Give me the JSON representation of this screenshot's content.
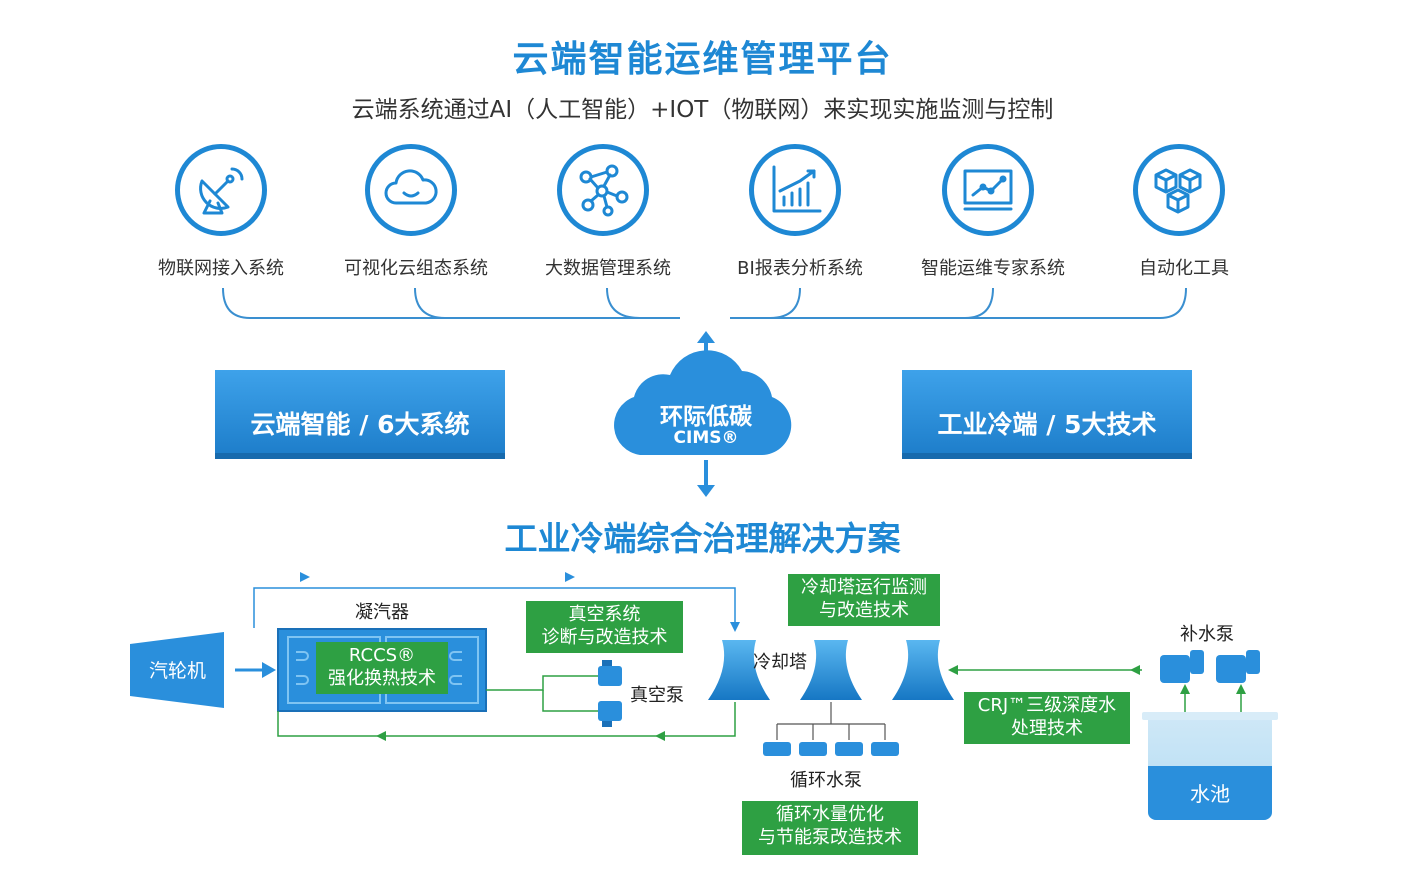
{
  "header": {
    "title": "云端智能运维管理平台",
    "subtitle": "云端系统通过AI（人工智能）+IOT（物联网）来实现实施监测与控制"
  },
  "systems": [
    {
      "label": "物联网接入系统",
      "icon": "satellite-dish-icon"
    },
    {
      "label": "可视化云组态系统",
      "icon": "cloud-icon"
    },
    {
      "label": "大数据管理系统",
      "icon": "network-graph-icon"
    },
    {
      "label": "BI报表分析系统",
      "icon": "bar-chart-icon"
    },
    {
      "label": "智能运维专家系统",
      "icon": "monitor-chart-icon"
    },
    {
      "label": "自动化工具",
      "icon": "cubes-icon"
    }
  ],
  "center": {
    "left_banner": "云端智能 / 6大系统",
    "right_banner": "工业冷端 / 5大技术",
    "cloud_line1": "环际低碳",
    "cloud_line2": "CIMS®"
  },
  "solution": {
    "title": "工业冷端综合治理解决方案",
    "turbine": "汽轮机",
    "condenser": "凝汽器",
    "rccs": "RCCS®\n强化换热技术",
    "vacuum_tech": "真空系统\n诊断与改造技术",
    "vacuum_pump": "真空泵",
    "cooling_tower": "冷却塔",
    "tower_tech": "冷却塔运行监测\n与改造技术",
    "circ_pump": "循环水泵",
    "circ_tech": "循环水量优化\n与节能泵改造技术",
    "makeup_pump": "补水泵",
    "crj_tech": "CRJ™三级深度水\n处理技术",
    "pool": "水池"
  },
  "colors": {
    "primary_blue": "#1e88d4",
    "banner_blue": "#2a8fdc",
    "green": "#2ea043",
    "line_blue": "#3a8fd0",
    "arrow_green": "#2ea043"
  }
}
